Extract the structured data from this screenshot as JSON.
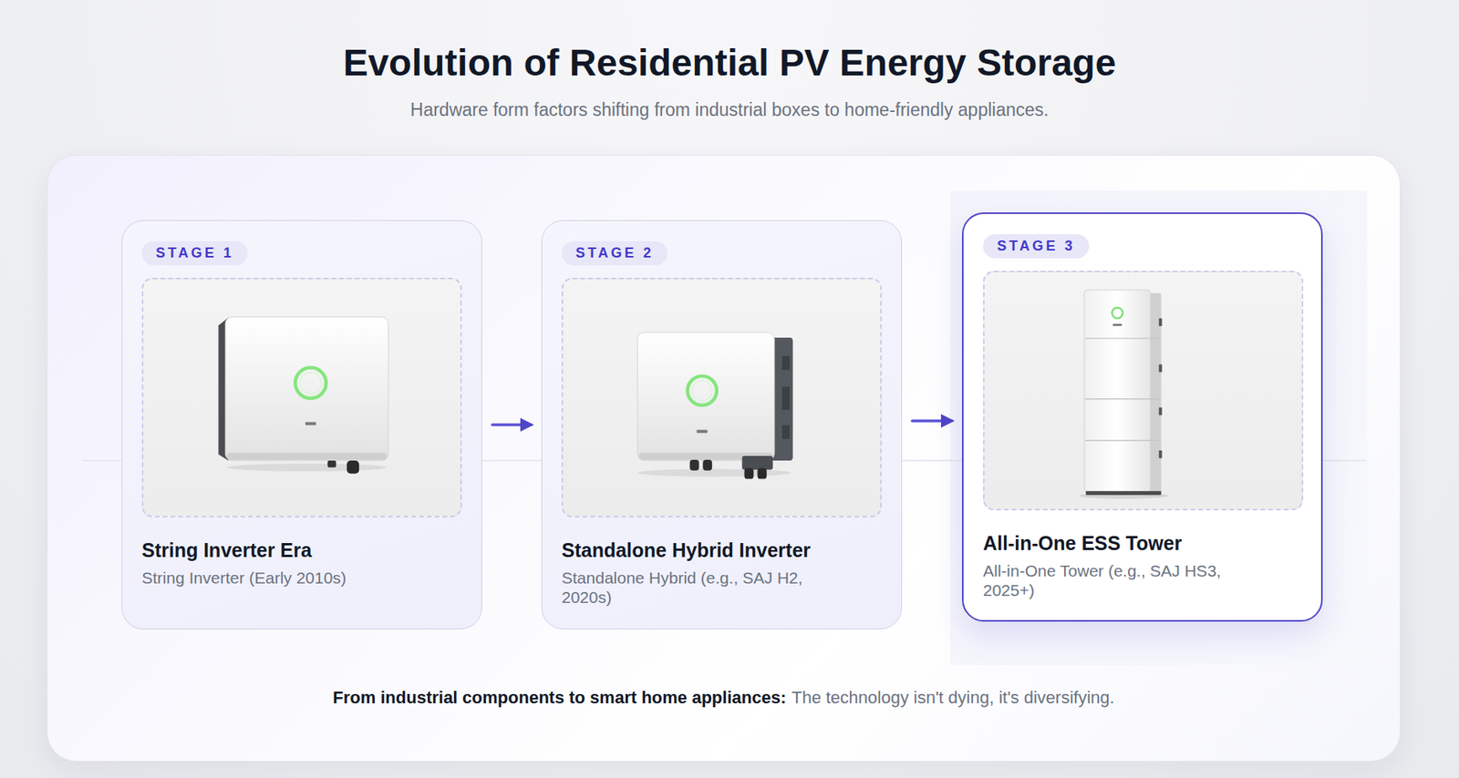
{
  "diagram": {
    "title": "Evolution of Residential PV Energy Storage",
    "nodes": [
      {
        "text": [
          "From industrial components to smart home appliances:",
          "The technology isn't dying, it's diversifying."
        ]
      },
      {
        "text": [
          "STAGE 1",
          "String Inverter Era",
          "String Inverter (Early 2010s)"
        ],
        "in": 0
      },
      {
        "text": [
          "STAGE 2",
          "Standalone Hybrid Inverter",
          "Standalone Hybrid (e.g., SAJ H2, 2020s)"
        ],
        "in": 0
      },
      {
        "text": [
          "STAGE 3",
          "All-in-One ESS Tower",
          "All-in-One Tower (e.g., SAJ HS3, 2025+)"
        ],
        "in": 0
      }
    ],
    "edges": [
      {
        "from": 1,
        "to": 2,
        "arrow": "to"
      },
      {
        "from": 2,
        "to": 3,
        "arrow": "to"
      }
    ],
    "labels": [
      "Hardware form factors shifting from industrial boxes to home-friendly appliances."
    ]
  }
}
